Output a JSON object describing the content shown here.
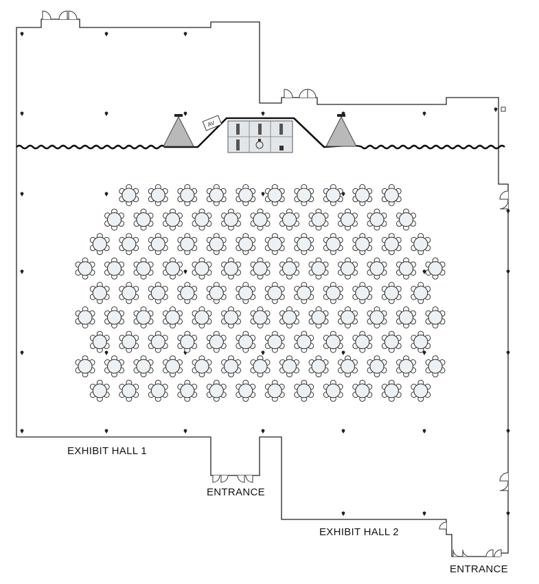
{
  "labels": {
    "hall1": "EXHIBIT HALL 1",
    "hall2": "EXHIBIT HALL 2",
    "entrance_main": "ENTRANCE",
    "entrance_side": "ENTRANCE",
    "av": "AV"
  },
  "seating": {
    "chairs_per_table": 6,
    "rows": [
      {
        "count": 10
      },
      {
        "count": 11
      },
      {
        "count": 12
      },
      {
        "count": 13
      },
      {
        "count": 12
      },
      {
        "count": 13
      },
      {
        "count": 12
      },
      {
        "count": 13
      },
      {
        "count": 12
      }
    ]
  },
  "colors": {
    "wall": "#222222",
    "table": "#eef1f3",
    "stage": "#e3e6e8",
    "screen": "#b5b5b5"
  },
  "icons": [
    "power-outlet-icon",
    "door-swing-icon",
    "projection-screen-icon",
    "stage-icon",
    "av-cart-icon",
    "pipe-and-drape-icon"
  ]
}
